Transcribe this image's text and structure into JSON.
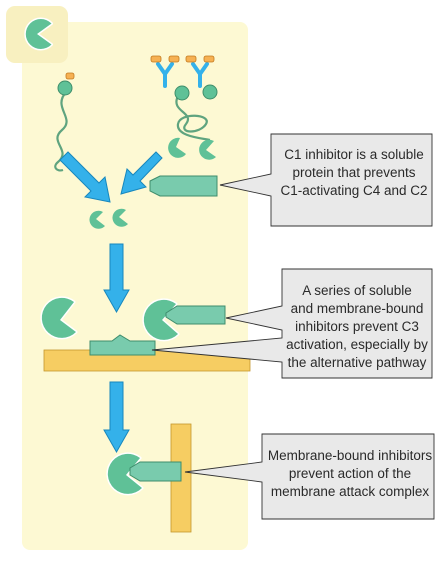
{
  "colors": {
    "background_panel": "#fdf9d3",
    "corner_badge": "#f8f0c0",
    "complement_green": "#5fc197",
    "inhibitor_teal": "#79cbad",
    "flow_arrow_blue": "#34b1ea",
    "membrane_orange": "#f6cd62",
    "callout_box": "#e9e9e9",
    "antibody_blue": "#34b1ea",
    "antigen_orange": "#f6b152"
  },
  "icons": {
    "corner": "complement-pacman-icon"
  },
  "callouts": [
    {
      "text": "C1 inhibitor is a soluble\nprotein that prevents\nC1-activating C4 and C2"
    },
    {
      "text": "A series of soluble\nand membrane-bound\ninhibitors prevent C3\nactivation, especially by\nthe alternative pathway"
    },
    {
      "text": "Membrane-bound inhibitors\nprevent action of the\nmembrane attack complex"
    }
  ]
}
